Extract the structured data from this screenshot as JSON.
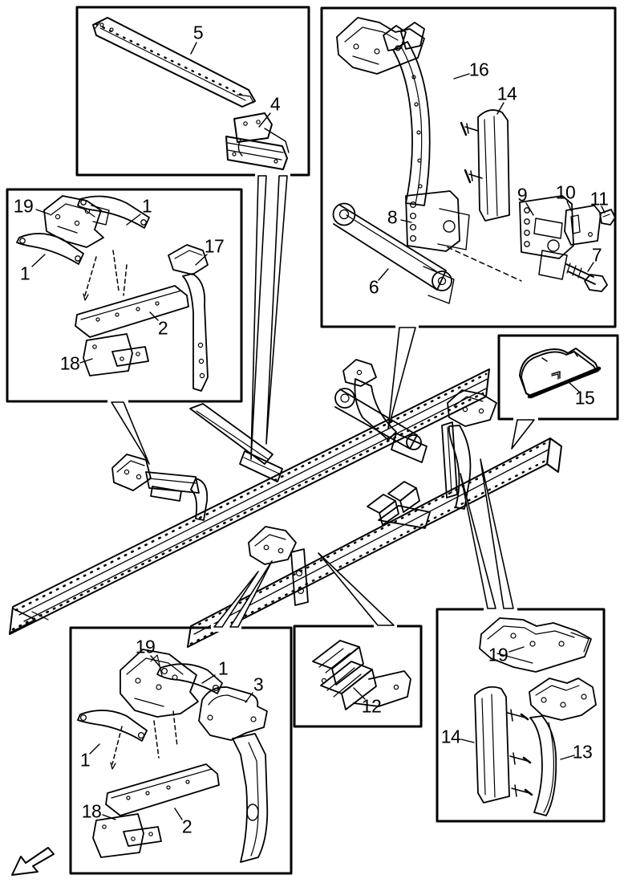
{
  "figure": {
    "kind": "exploded-parts-diagram",
    "panels": [
      {
        "id": "top-left",
        "callouts": [
          "5",
          "4"
        ]
      },
      {
        "id": "mid-left",
        "callouts": [
          "19",
          "1",
          "1",
          "17",
          "2",
          "18"
        ]
      },
      {
        "id": "top-right",
        "callouts": [
          "16",
          "14",
          "8",
          "6",
          "9",
          "10",
          "11",
          "7"
        ]
      },
      {
        "id": "shield",
        "callouts": [
          "15"
        ]
      },
      {
        "id": "bottom-left",
        "callouts": [
          "19",
          "1",
          "3",
          "1",
          "18",
          "2"
        ]
      },
      {
        "id": "bottom-center",
        "callouts": [
          "12"
        ]
      },
      {
        "id": "bottom-right",
        "callouts": [
          "19",
          "14",
          "13"
        ]
      }
    ]
  }
}
